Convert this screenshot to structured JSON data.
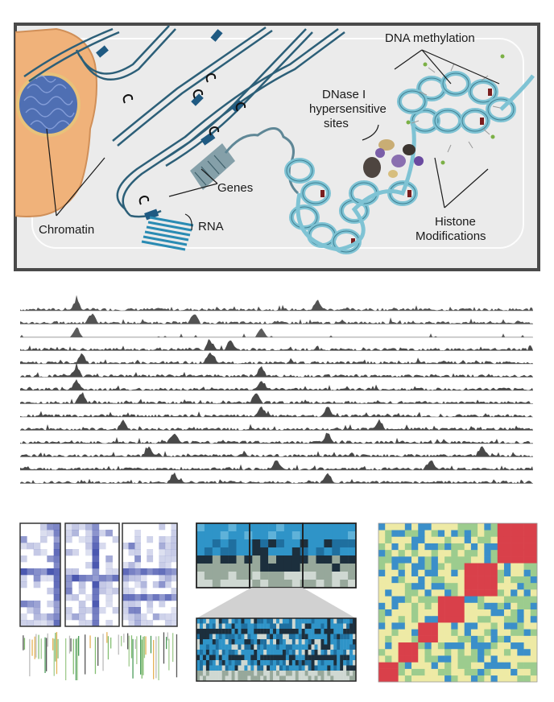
{
  "labels": {
    "dna_methylation": "DNA methylation",
    "dnase_line1": "DNase I",
    "dnase_line2": "hypersensitive",
    "dnase_line3": "sites",
    "genes": "Genes",
    "chromatin": "Chromatin",
    "rna": "RNA",
    "histone_line1": "Histone",
    "histone_line2": "Modifications"
  },
  "tracks": {
    "count": 14,
    "peaks": [
      [
        0.58,
        0.11
      ],
      [
        0.34,
        0.14
      ],
      [
        0.11,
        0.47
      ],
      [
        0.37,
        0.41
      ],
      [
        0.37,
        0.12
      ],
      [
        0.11,
        0.47
      ],
      [
        0.11,
        0.47
      ],
      [
        0.12,
        0.46
      ],
      [
        0.47,
        0.6
      ],
      [
        0.7,
        0.2
      ],
      [
        0.6,
        0.3
      ],
      [
        0.25,
        0.9
      ],
      [
        0.5,
        0.8
      ],
      [
        0.3,
        0.6
      ]
    ]
  },
  "colors": {
    "panel_bg": "#ebebeb",
    "panel_border": "#4a4a4a",
    "strand": "#2c5f78",
    "cell": "#f0b27a",
    "nucleus": "#4f6fb3",
    "ribbon": "#7fc3d4",
    "methyl_mark": "#7a1f1f",
    "track": "#3a3a3a",
    "heat_red": "#d9404a",
    "heat_yellow": "#eeeaa5",
    "heat_green": "#9ccc8e",
    "heat_blue": "#3b8fc9",
    "matrix_purple": "#4b58b0",
    "mat_blue": "#2f94c8",
    "mat_dark": "#1c2f3d",
    "mat_grey": "#97a89b"
  }
}
